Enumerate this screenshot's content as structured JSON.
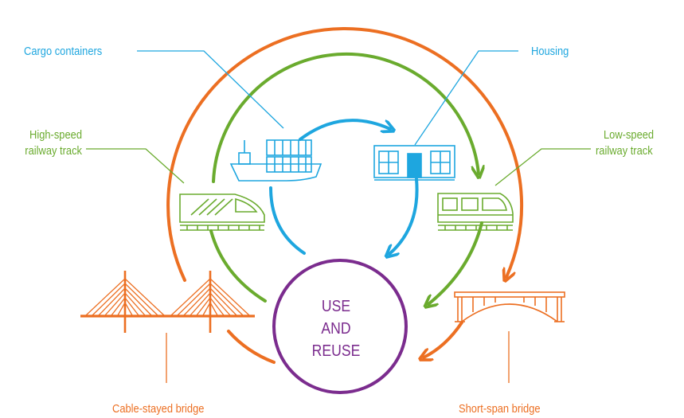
{
  "center": {
    "lines": [
      "USE",
      "AND",
      "REUSE"
    ]
  },
  "labels": {
    "cargo_containers": "Cargo containers",
    "housing": "Housing",
    "high_speed_line1": "High-speed",
    "high_speed_line2": "railway track",
    "low_speed_line1": "Low-speed",
    "low_speed_line2": "railway track",
    "cable_stayed_bridge": "Cable-stayed bridge",
    "short_span_bridge": "Short-span bridge"
  },
  "colors": {
    "blue": "#1ea6df",
    "green": "#6aab2e",
    "orange": "#ec6f22",
    "purple": "#7b2c8e"
  },
  "icons": [
    "cargo-ship-icon",
    "container-housing-icon",
    "high-speed-train-icon",
    "low-speed-train-icon",
    "cable-stayed-bridge-icon",
    "arch-bridge-icon"
  ]
}
